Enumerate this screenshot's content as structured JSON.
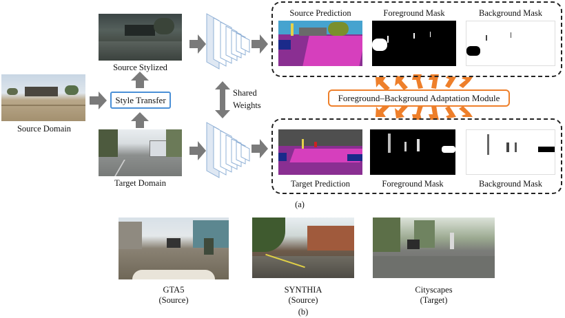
{
  "part_a": {
    "source_domain_label": "Source Domain",
    "source_stylized_label": "Source Stylized",
    "target_domain_label": "Target Domain",
    "style_transfer_label": "Style Transfer",
    "shared_weights_label_line1": "Shared",
    "shared_weights_label_line2": "Weights",
    "top_panel": {
      "source_prediction_label": "Source Prediction",
      "foreground_mask_label": "Foreground Mask",
      "background_mask_label": "Background Mask"
    },
    "bottom_panel": {
      "target_prediction_label": "Target Prediction",
      "foreground_mask_label": "Foreground Mask",
      "background_mask_label": "Background Mask"
    },
    "module_label": "Foreground–Background Adaptation Module",
    "caption": "(a)"
  },
  "part_b": {
    "gta5_line1": "GTA5",
    "gta5_line2": "(Source)",
    "synthia_line1": "SYNTHIA",
    "synthia_line2": "(Source)",
    "cityscapes_line1": "Cityscapes",
    "cityscapes_line2": "(Target)",
    "caption": "(b)"
  },
  "colors": {
    "arrow_gray": "#7a7a7a",
    "module_orange": "#ee7f2a",
    "style_transfer_blue": "#4a8fd6",
    "network_blue": "#a9c6e6"
  }
}
